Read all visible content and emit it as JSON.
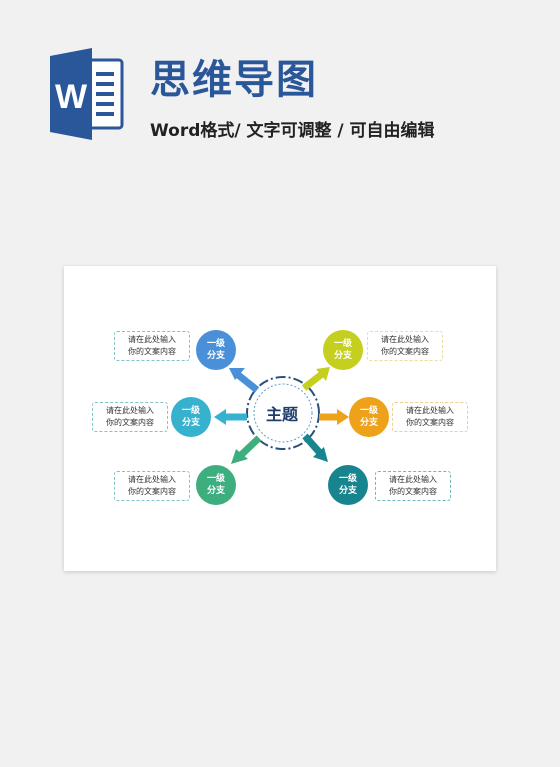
{
  "header": {
    "logo_letter": "W",
    "title": "思维导图",
    "subtitle": "Word格式/ 文字可调整 / 可自由编辑"
  },
  "mindmap": {
    "center": "主题",
    "branches": [
      {
        "id": "top-left",
        "line1": "一级",
        "line2": "分支",
        "text1": "请在此处输入",
        "text2": "你的文案内容",
        "color": "#4a90d9"
      },
      {
        "id": "mid-left",
        "line1": "一级",
        "line2": "分支",
        "text1": "请在此处输入",
        "text2": "你的文案内容",
        "color": "#36b2cf"
      },
      {
        "id": "bottom-left",
        "line1": "一级",
        "line2": "分支",
        "text1": "请在此处输入",
        "text2": "你的文案内容",
        "color": "#3fae7f"
      },
      {
        "id": "top-right",
        "line1": "一级",
        "line2": "分支",
        "text1": "请在此处输入",
        "text2": "你的文案内容",
        "color": "#c5cf1f"
      },
      {
        "id": "mid-right",
        "line1": "一级",
        "line2": "分支",
        "text1": "请在此处输入",
        "text2": "你的文案内容",
        "color": "#eda21a"
      },
      {
        "id": "bottom-right",
        "line1": "一级",
        "line2": "分支",
        "text1": "请在此处输入",
        "text2": "你的文案内容",
        "color": "#17848e"
      }
    ]
  }
}
